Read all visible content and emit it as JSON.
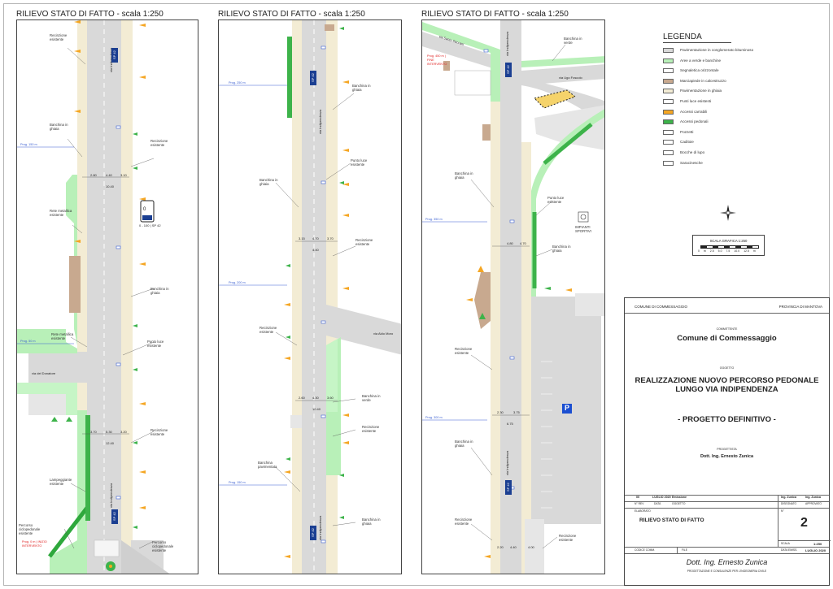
{
  "panels": [
    {
      "title": "RILIEVO STATO DI FATTO - scala 1:250",
      "labels": [
        "Recinzione esistente",
        "Banchina in ghiaia",
        "Recinzione esistente",
        "Rete metallica esistente",
        "Banchina in ghiaia",
        "Punto luce esistente",
        "Rete metallica esistente",
        "Recinzione esistente",
        "Lampeggiante esistente",
        "Percorso ciclopedonale esistente",
        "Percorso ciclopedonale esistente"
      ],
      "dims": [
        "2.80",
        "4.40",
        "3.10",
        "10.40",
        "3.70",
        "5.30",
        "3.20",
        "12.40"
      ],
      "progs": [
        "Prog. 150 m",
        "Prog. 50 m"
      ],
      "streets": {
        "via_indipendenza": "via Indipendenza",
        "via_donatore": "via del Donatore"
      },
      "red_note": "Prog. 0 m | INIZIO INTERVENTO",
      "sp": "SP 42",
      "sign": "0 - 100 | SP 42"
    },
    {
      "title": "RILIEVO STATO DI FATTO - scala 1:250",
      "labels": [
        "Banchina in ghiaia",
        "Banchina in ghiaia",
        "Punto luce esistente",
        "Recinzione esistente",
        "Recinzione esistente",
        "Banchina in verde",
        "Recinzione esistente",
        "Banchina pavimentata",
        "Banchina in ghiaia"
      ],
      "dims": [
        "3.15",
        "4.70",
        "3.70",
        "4.40",
        "2.60",
        "4.30",
        "3.60",
        "10.40"
      ],
      "progs": [
        "Prog. 250 m",
        "Prog. 200 m",
        "Prog. 150 m"
      ],
      "streets": {
        "via_indipendenza": "via Indipendenza",
        "via_aldo_moro": "via Aldo Moro"
      },
      "sp": "SP 42"
    },
    {
      "title": "RILIEVO STATO DI FATTO - scala 1:250",
      "labels": [
        "Banchina in verde",
        "Banchina in ghiaia",
        "Punto luce esistente",
        "Banchina in ghiaia",
        "Recinzione esistente",
        "Banchina in ghiaia",
        "Recinzione esistente",
        "Recinzione esistente",
        "IMPIANTI SPORTIVI"
      ],
      "dims": [
        "4.80",
        "4.70",
        "2.30",
        "3.75",
        "6.75",
        "2.20",
        "4.40",
        "4.00"
      ],
      "progs": [
        "Prog. 350 m",
        "Prog. 300 m"
      ],
      "streets": {
        "via_santo": "via Santo Saccani",
        "via_indipendenza": "via Indipendenza",
        "via_foscolo": "via Ugo Foscolo"
      },
      "red_note": "Prog. 450 m | FINE INTERVENTO",
      "sp": "SP 42",
      "parking": "P"
    }
  ],
  "legend": {
    "title": "LEGENDA",
    "items": [
      {
        "label": "Pavimentazione in conglomerato bituminoso",
        "color": "#d9d9d9"
      },
      {
        "label": "Aree a verde e banchine",
        "color": "#b8f0b8"
      },
      {
        "label": "Segnaletica orizzontale",
        "color": "#ffffff"
      },
      {
        "label": "Marciapiede in calcestruzzo",
        "color": "#c8a98f"
      },
      {
        "label": "Pavimentazione in ghiaia",
        "color": "#f3ecd4"
      },
      {
        "label": "Punti luce esistenti",
        "color": "#ffffff"
      },
      {
        "label": "Accessi carrabili",
        "color": "#f5a623"
      },
      {
        "label": "Accessi pedonali",
        "color": "#3db34a"
      },
      {
        "label": "Pozzetti",
        "color": "#ffffff"
      },
      {
        "label": "Caditoie",
        "color": "#ffffff"
      },
      {
        "label": "Bocche di lupo",
        "color": "#ffffff"
      },
      {
        "label": "Saracinesche",
        "color": "#ffffff"
      }
    ]
  },
  "scale": {
    "title": "SCALA GRAFICA 1:250",
    "ticks": "0 m 2.5 5.0 7.5 10.0 12.5 m"
  },
  "title_block": {
    "comune_left": "COMUNE DI COMMESSAGGIO",
    "provincia": "PROVINCIA DI MANTOVA",
    "committente_label": "COMMITTENTE",
    "committente": "Comune di Commessaggio",
    "oggetto_label": "OGGETTO",
    "oggetto_line1": "REALIZZAZIONE NUOVO PERCORSO PEDONALE",
    "oggetto_line2": "LUNGO VIA INDIPENDENZA",
    "fase": "- PROGETTO DEFINITIVO -",
    "progettista_label": "PROGETTISTA",
    "progettista": "Dott. Ing. Ernesto Zunica",
    "rev_header": [
      "00",
      "LUGLIO 2020",
      "Emissione",
      "Ing. Zunica",
      "Ing. Zunica"
    ],
    "rev_labels": [
      "N° REV",
      "DATA",
      "OGGETTO",
      "DISEGNATO",
      "APPROVATO"
    ],
    "elaborato_label": "ELABORATO",
    "elaborato": "RILIEVO STATO DI FATTO",
    "numero_label": "N°",
    "numero": "2",
    "scala_label": "SCALA",
    "scala": "1:250",
    "codice_label": "CODICE COMM.",
    "file_label": "FILE",
    "data_label": "DATA EMISS.",
    "data": "LUGLIO 2020",
    "firma": "Dott. Ing. Ernesto Zunica",
    "firma_sub": "PROGETTAZIONE E CONSULENZE PER L'INGEGNERIA CIVILE"
  }
}
